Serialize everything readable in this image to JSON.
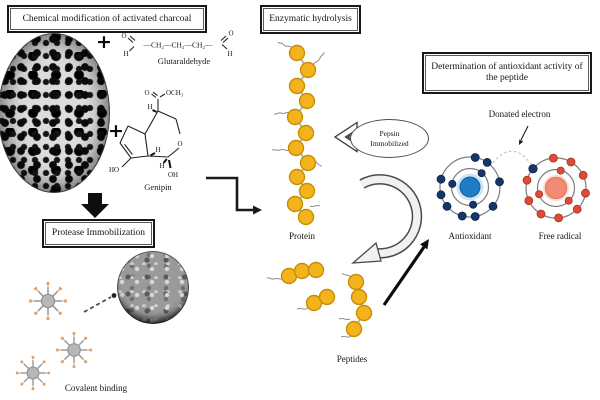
{
  "boxes": {
    "chemical_modification": "Chemical modification of activated charcoal",
    "enzymatic_hydrolysis": "Enzymatic hydrolysis",
    "protease_immobilization": "Protease Immobilization",
    "determination": "Determination of antioxidant activity of the peptide"
  },
  "labels": {
    "glutaraldehyde": "Glutaraldehyde",
    "genipin": "Genipin",
    "protein": "Protein",
    "peptides": "Peptides",
    "covalent_binding": "Covalent binding",
    "donated_electron": "Donated electron",
    "antioxidant": "Antioxidant",
    "free_radical": "Free radical"
  },
  "pepsin": {
    "line1": "Pepsin",
    "line2": "Immobilized"
  },
  "symbols": {
    "plus": "+"
  },
  "chem": {
    "o": "O",
    "h": "H",
    "chain": "—CH₂—CH₂—CH₂—",
    "och3": "OCH₃",
    "ho": "HO",
    "oh": "OH"
  },
  "colors": {
    "bead": "#F2B31D",
    "bead_outline": "#C98E00",
    "enzyme_tip": "#E2A066",
    "antioxidant_nucleus": "#1E7BC6",
    "free_radical_nucleus": "#F18B73",
    "electron_blue": "#16366B",
    "electron_red": "#DC4B38"
  }
}
